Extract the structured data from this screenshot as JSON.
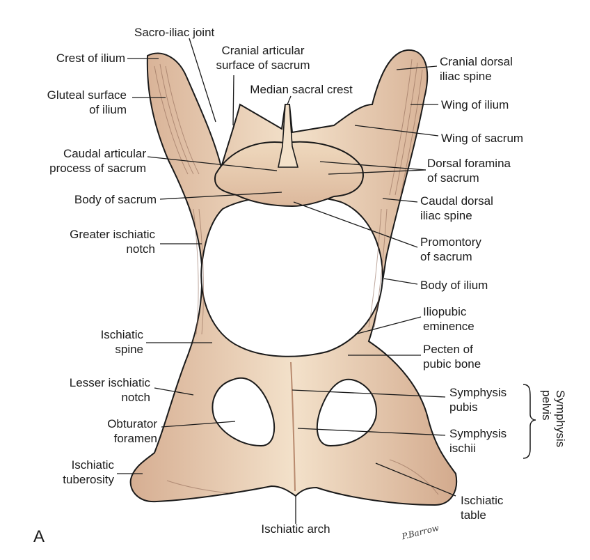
{
  "figure": {
    "panel_letter": "A",
    "artist_signature": "P.Barrow"
  },
  "labels": {
    "sacroiliac_joint": "Sacro-iliac joint",
    "crest_of_ilium": "Crest of ilium",
    "cranial_articular_surface": "Cranial articular\nsurface of sacrum",
    "cranial_dorsal_iliac_spine": "Cranial dorsal\niliac spine",
    "median_sacral_crest": "Median sacral crest",
    "gluteal_surface": "Gluteal surface\nof ilium",
    "wing_of_ilium": "Wing of ilium",
    "wing_of_sacrum": "Wing of sacrum",
    "caudal_articular_process": "Caudal articular\nprocess of sacrum",
    "dorsal_foramina": "Dorsal foramina\nof sacrum",
    "body_of_sacrum": "Body of sacrum",
    "caudal_dorsal_iliac_spine": "Caudal dorsal\niliac spine",
    "greater_ischiatic_notch": "Greater ischiatic\nnotch",
    "promontory": "Promontory\nof sacrum",
    "body_of_ilium": "Body of ilium",
    "iliopubic_eminence": "Iliopubic\neminence",
    "ischiatic_spine": "Ischiatic\nspine",
    "pecten_of_pubic_bone": "Pecten of\npubic bone",
    "lesser_ischiatic_notch": "Lesser ischiatic\nnotch",
    "symphysis_pubis": "Symphysis\npubis",
    "obturator_foramen": "Obturator\nforamen",
    "symphysis_ischii": "Symphysis\nischii",
    "symphysis_pelvis": "Symphysis\npelvis",
    "ischiatic_tuberosity": "Ischiatic\ntuberosity",
    "ischiatic_table": "Ischiatic\ntable",
    "ischiatic_arch": "Ischiatic arch"
  },
  "colors": {
    "bone": "#f1dcc2",
    "bone_shadow": "#c99d80",
    "line": "#1a1a1a"
  }
}
